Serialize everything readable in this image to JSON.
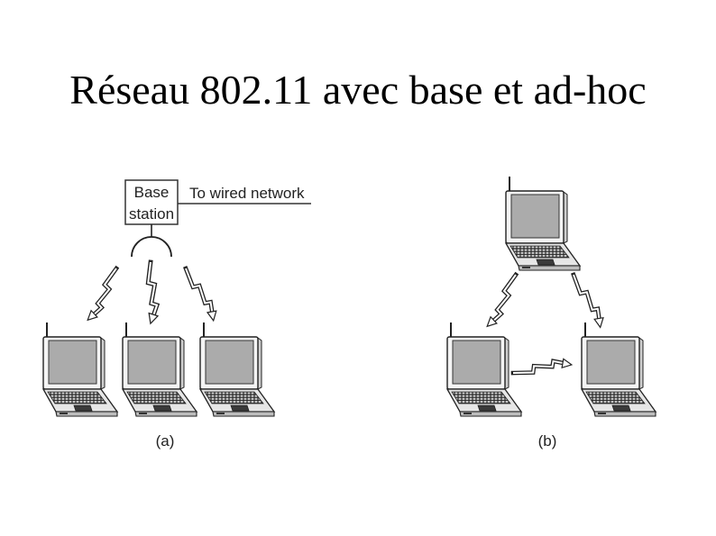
{
  "slide": {
    "title": "Réseau 802.11 avec base et ad-hoc"
  },
  "diagram_a": {
    "base_station": {
      "line1": "Base",
      "line2": "station"
    },
    "wired_network_label": "To wired network",
    "caption": "(a)"
  },
  "diagram_b": {
    "caption": "(b)"
  },
  "colors": {
    "background": "#ffffff",
    "screen": "#ababab",
    "outline": "#222222"
  },
  "icons": {
    "device": "laptop-icon",
    "wireless_link": "lightning-bolt-icon",
    "antenna": "antenna-icon"
  }
}
